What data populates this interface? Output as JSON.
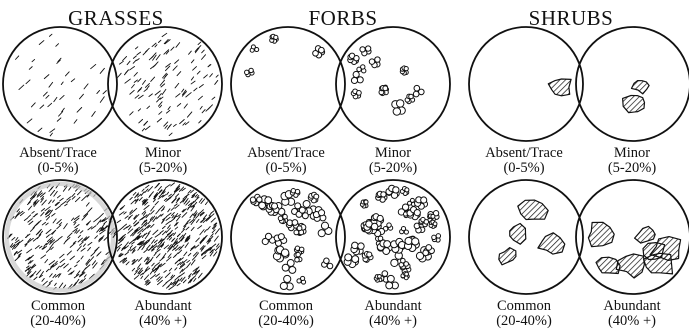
{
  "groups": [
    {
      "title": "GRASSES",
      "pattern": "dashes",
      "cells": [
        {
          "label": "Absent/Trace",
          "range": "(0-5%)",
          "cover": 0.03
        },
        {
          "label": "Minor",
          "range": "(5-20%)",
          "cover": 0.12
        },
        {
          "label": "Common",
          "range": "(20-40%)",
          "cover": 0.3
        },
        {
          "label": "Abundant",
          "range": "(40% +)",
          "cover": 0.5
        }
      ]
    },
    {
      "title": "FORBS",
      "pattern": "clusters",
      "cells": [
        {
          "label": "Absent/Trace",
          "range": "(0-5%)",
          "cover": 0.03
        },
        {
          "label": "Minor",
          "range": "(5-20%)",
          "cover": 0.12
        },
        {
          "label": "Common",
          "range": "(20-40%)",
          "cover": 0.3
        },
        {
          "label": "Abundant",
          "range": "(40% +)",
          "cover": 0.5
        }
      ]
    },
    {
      "title": "SHRUBS",
      "pattern": "hatched-blobs",
      "cells": [
        {
          "label": "Absent/Trace",
          "range": "(0-5%)",
          "cover": 0.03
        },
        {
          "label": "Minor",
          "range": "(5-20%)",
          "cover": 0.12
        },
        {
          "label": "Common",
          "range": "(20-40%)",
          "cover": 0.3
        },
        {
          "label": "Abundant",
          "range": "(40% +)",
          "cover": 0.5
        }
      ]
    }
  ]
}
